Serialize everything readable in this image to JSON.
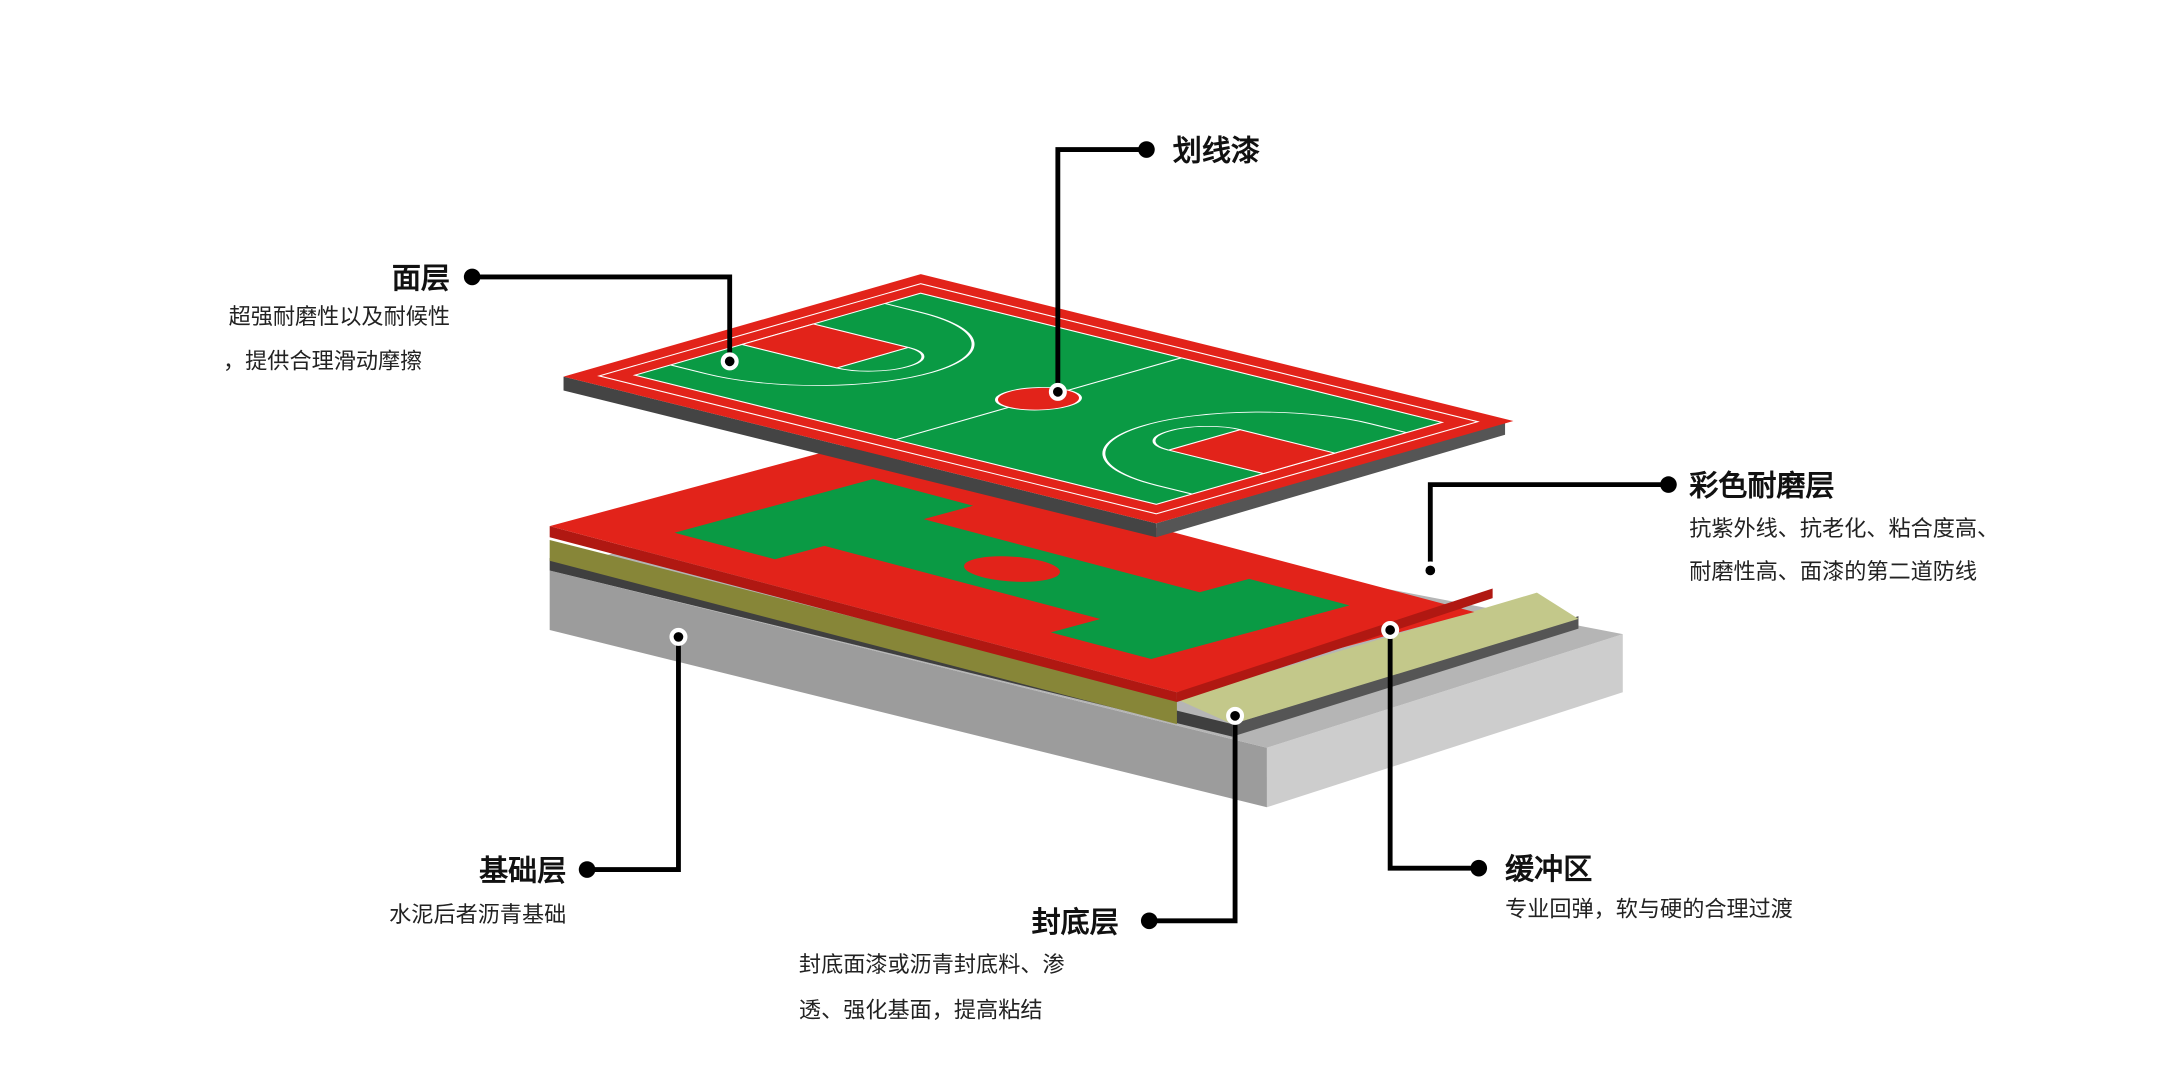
{
  "colors": {
    "court_red": "#e2231a",
    "court_green": "#0a9a44",
    "buffer_olive": "#8b8a3a",
    "buffer_light": "#c4c98c",
    "seal_dark": "#4a4a4a",
    "base_gray": "#9c9c9c",
    "base_light": "#cfcfcf"
  },
  "callouts": {
    "line_paint": {
      "title": "划线漆"
    },
    "surface": {
      "title": "面层",
      "desc": [
        "超强耐磨性以及耐候性",
        "，提供合理滑动摩擦"
      ]
    },
    "color_wear": {
      "title": "彩色耐磨层",
      "desc": [
        "抗紫外线、抗老化、粘合度高、",
        "耐磨性高、面漆的第二道防线"
      ]
    },
    "base": {
      "title": "基础层",
      "desc": [
        "水泥后者沥青基础"
      ]
    },
    "buffer": {
      "title": "缓冲区",
      "desc": [
        "专业回弹，软与硬的合理过渡"
      ]
    },
    "seal": {
      "title": "封底层",
      "desc": [
        "封底面漆或沥青封底料、渗",
        "透、强化基面，提高粘结"
      ]
    }
  }
}
